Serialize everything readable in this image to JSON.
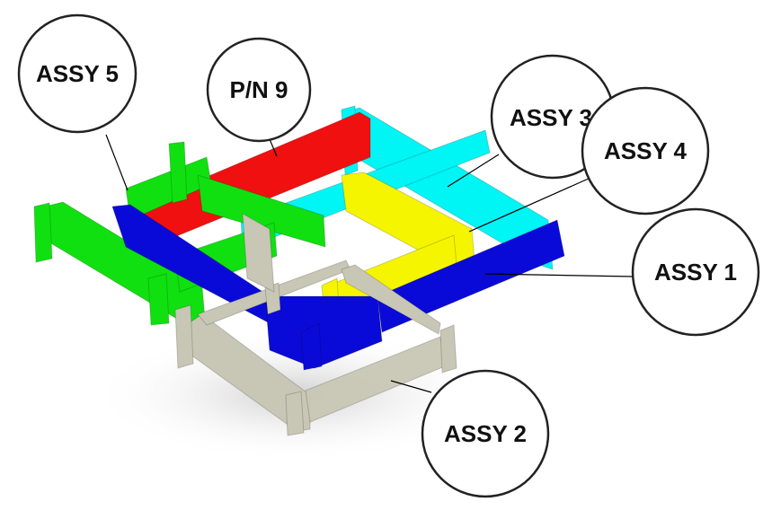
{
  "colors": {
    "assy1": "#0a0ad8",
    "assy2": "#c8c6b4",
    "assy3": "#00f5f5",
    "assy4": "#f5f500",
    "assy5": "#10e010",
    "pn9": "#f01010"
  },
  "balloons": [
    {
      "id": "assy5",
      "label": "ASSY 5"
    },
    {
      "id": "pn9",
      "label": "P/N 9"
    },
    {
      "id": "assy3",
      "label": "ASSY 3"
    },
    {
      "id": "assy4",
      "label": "ASSY 4"
    },
    {
      "id": "assy1",
      "label": "ASSY 1"
    },
    {
      "id": "assy2",
      "label": "ASSY 2"
    }
  ]
}
